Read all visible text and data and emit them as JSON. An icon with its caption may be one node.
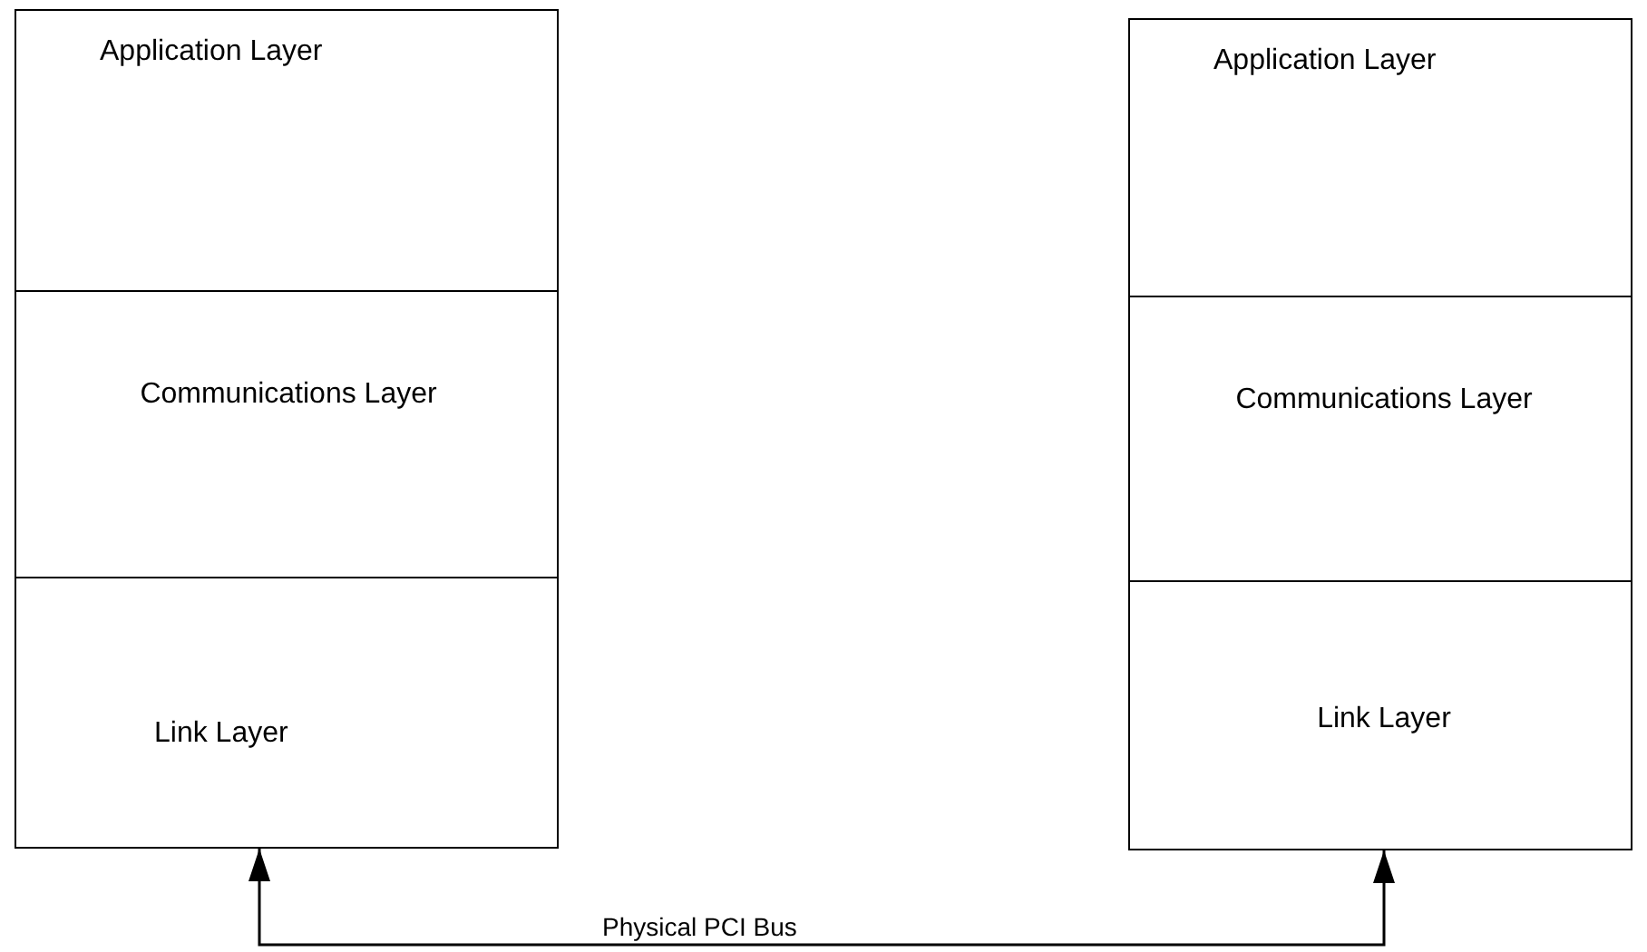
{
  "diagram": {
    "nodes": [
      {
        "text": [
          "Application Layer"
        ]
      },
      {
        "text": [
          "Communications Layer"
        ]
      },
      {
        "text": [
          "Link Layer"
        ]
      },
      {
        "text": [
          "Application Layer"
        ]
      },
      {
        "text": [
          "Communications Layer"
        ]
      },
      {
        "text": [
          "Link Layer"
        ]
      }
    ],
    "edges": [
      {
        "from": 2,
        "to": 5,
        "arrow": "both",
        "label": "Physical PCI Bus"
      }
    ]
  }
}
